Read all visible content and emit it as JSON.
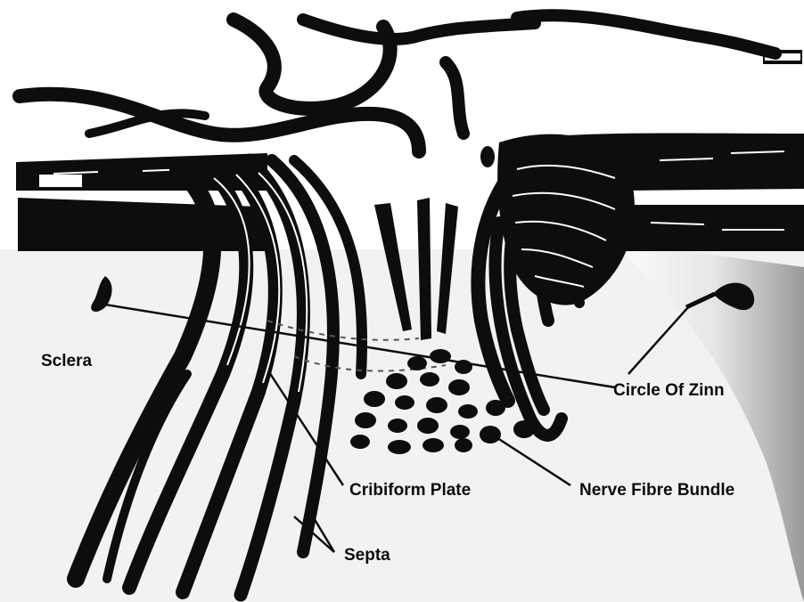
{
  "colors": {
    "ink": "#0d0d0d",
    "background": "#ffffff",
    "shade": "#dedede"
  },
  "labels": {
    "sclera": "Sclera",
    "circle_of_zinn": "Circle Of Zinn",
    "cribriform_plate": "Cribiform Plate",
    "nerve_fibre_bundle": "Nerve Fibre Bundle",
    "septa": "Septa"
  }
}
